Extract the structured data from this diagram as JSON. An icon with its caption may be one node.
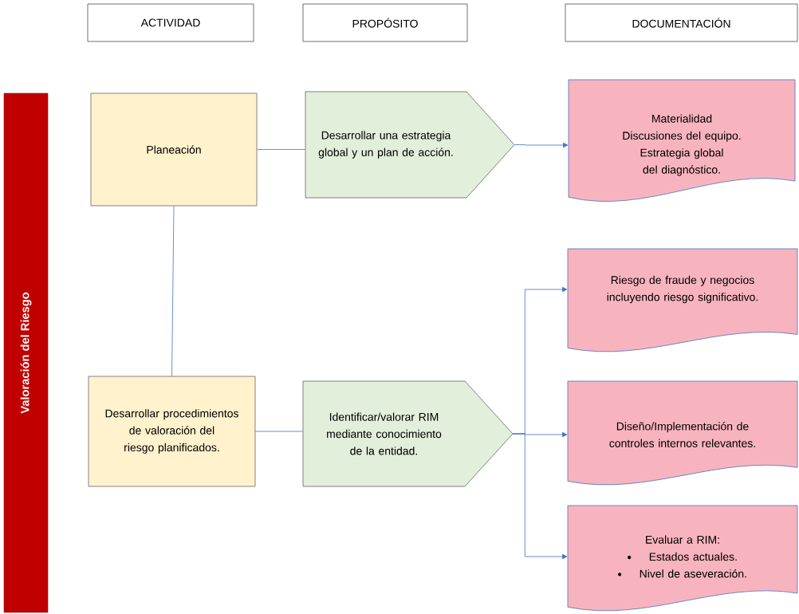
{
  "diagram": {
    "nodes": [
      {
        "text": [
          "ACTIVIDAD"
        ]
      },
      {
        "text": [
          "PROPÓSITO"
        ]
      },
      {
        "text": [
          "DOCUMENTACIÓN"
        ]
      },
      {
        "text": [
          "Valoración del Riesgo"
        ]
      },
      {
        "text": [
          "Planeación"
        ]
      },
      {
        "text": [
          "Desarrollar una estrategia global y un plan de acción."
        ]
      },
      {
        "text": [
          "Materialidad",
          "Discusiones del equipo.",
          "Estrategia global del diagnóstico."
        ]
      },
      {
        "text": [
          "Desarrollar procedimientos de valoración del riesgo planificados."
        ]
      },
      {
        "text": [
          "Identificar/valorar RIM mediante conocimiento de la entidad."
        ]
      },
      {
        "text": [
          "Riesgo de fraude y negocios incluyendo riesgo significativo."
        ]
      },
      {
        "text": [
          "Diseño/Implementación de controles internos relevantes."
        ]
      },
      {
        "text": [
          "Evaluar a RIM:",
          "Estados actuales.",
          "Nivel de aseveración."
        ]
      }
    ],
    "edges": [
      {
        "from": 4,
        "to": 5,
        "arrow": "none"
      },
      {
        "from": 5,
        "to": 6,
        "arrow": "to"
      },
      {
        "from": 4,
        "to": 7,
        "arrow": "none"
      },
      {
        "from": 7,
        "to": 8,
        "arrow": "none"
      },
      {
        "from": 8,
        "to": 9,
        "arrow": "to"
      },
      {
        "from": 8,
        "to": 10,
        "arrow": "to"
      },
      {
        "from": 8,
        "to": 11,
        "arrow": "to"
      }
    ]
  }
}
